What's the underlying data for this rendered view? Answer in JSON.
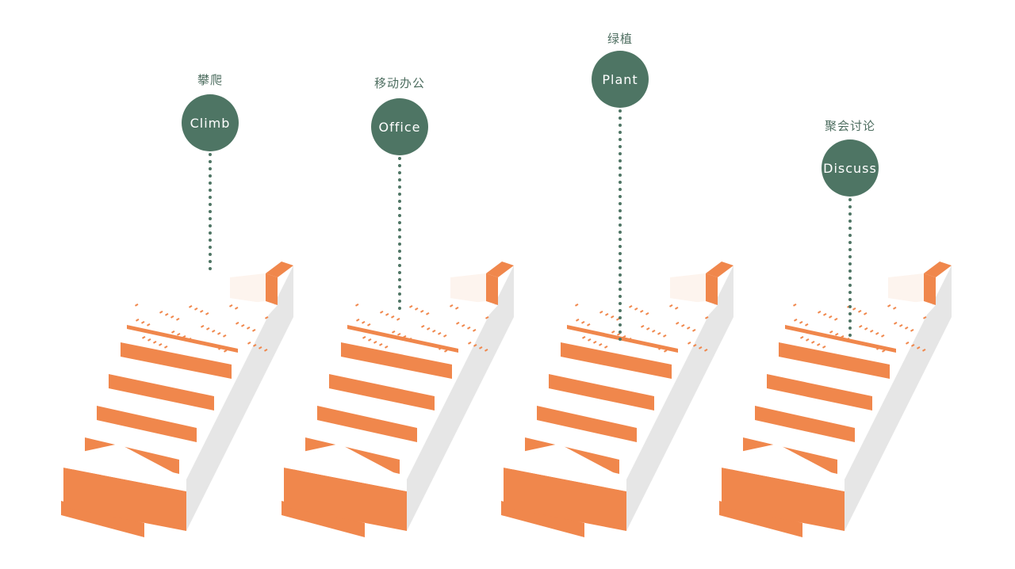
{
  "colors": {
    "green": "#4e7564",
    "orange": "#f0874c",
    "side": "#e6e6e6"
  },
  "scenes": [
    {
      "cn": "攀爬",
      "en": "Climb"
    },
    {
      "cn": "移动办公",
      "en": "Office"
    },
    {
      "cn": "绿植",
      "en": "Plant"
    },
    {
      "cn": "聚会讨论",
      "en": "Discuss"
    }
  ]
}
